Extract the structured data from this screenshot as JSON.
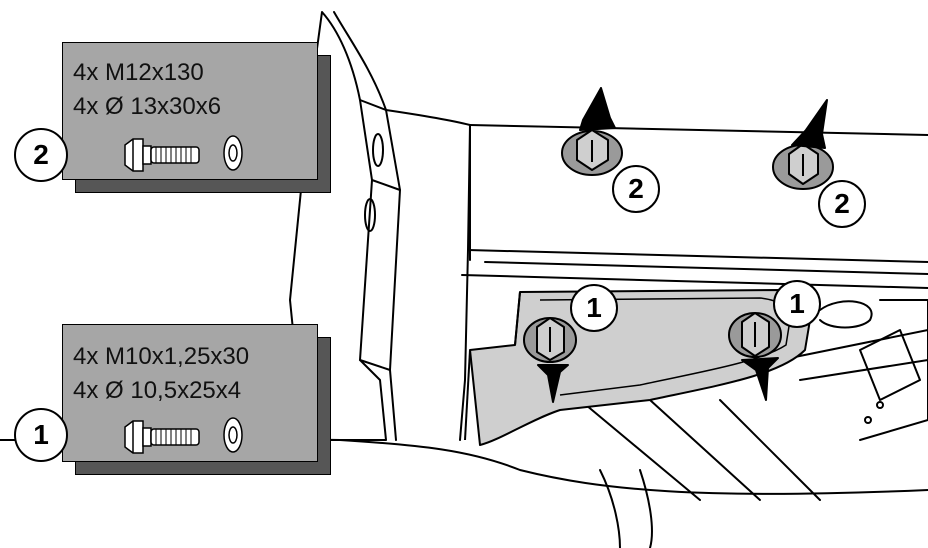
{
  "kits": [
    {
      "callout": "2",
      "bolt_label": "4x M12x130",
      "washer_label": "4x Ø 13x30x6",
      "bolt_icon": "hex-bolt-icon",
      "washer_icon": "washer-icon"
    },
    {
      "callout": "1",
      "bolt_label": "4x M10x1,25x30",
      "washer_label": "4x Ø 10,5x25x4",
      "bolt_icon": "hex-bolt-icon",
      "washer_icon": "washer-icon"
    }
  ],
  "callouts": {
    "upper_left": "2",
    "upper_right": "2",
    "lower_left": "1",
    "lower_right": "1"
  },
  "colors": {
    "panel_face": "#a6a6a6",
    "panel_shadow": "#565656",
    "bracket_fill": "#cfcfcf",
    "line": "#000000"
  }
}
